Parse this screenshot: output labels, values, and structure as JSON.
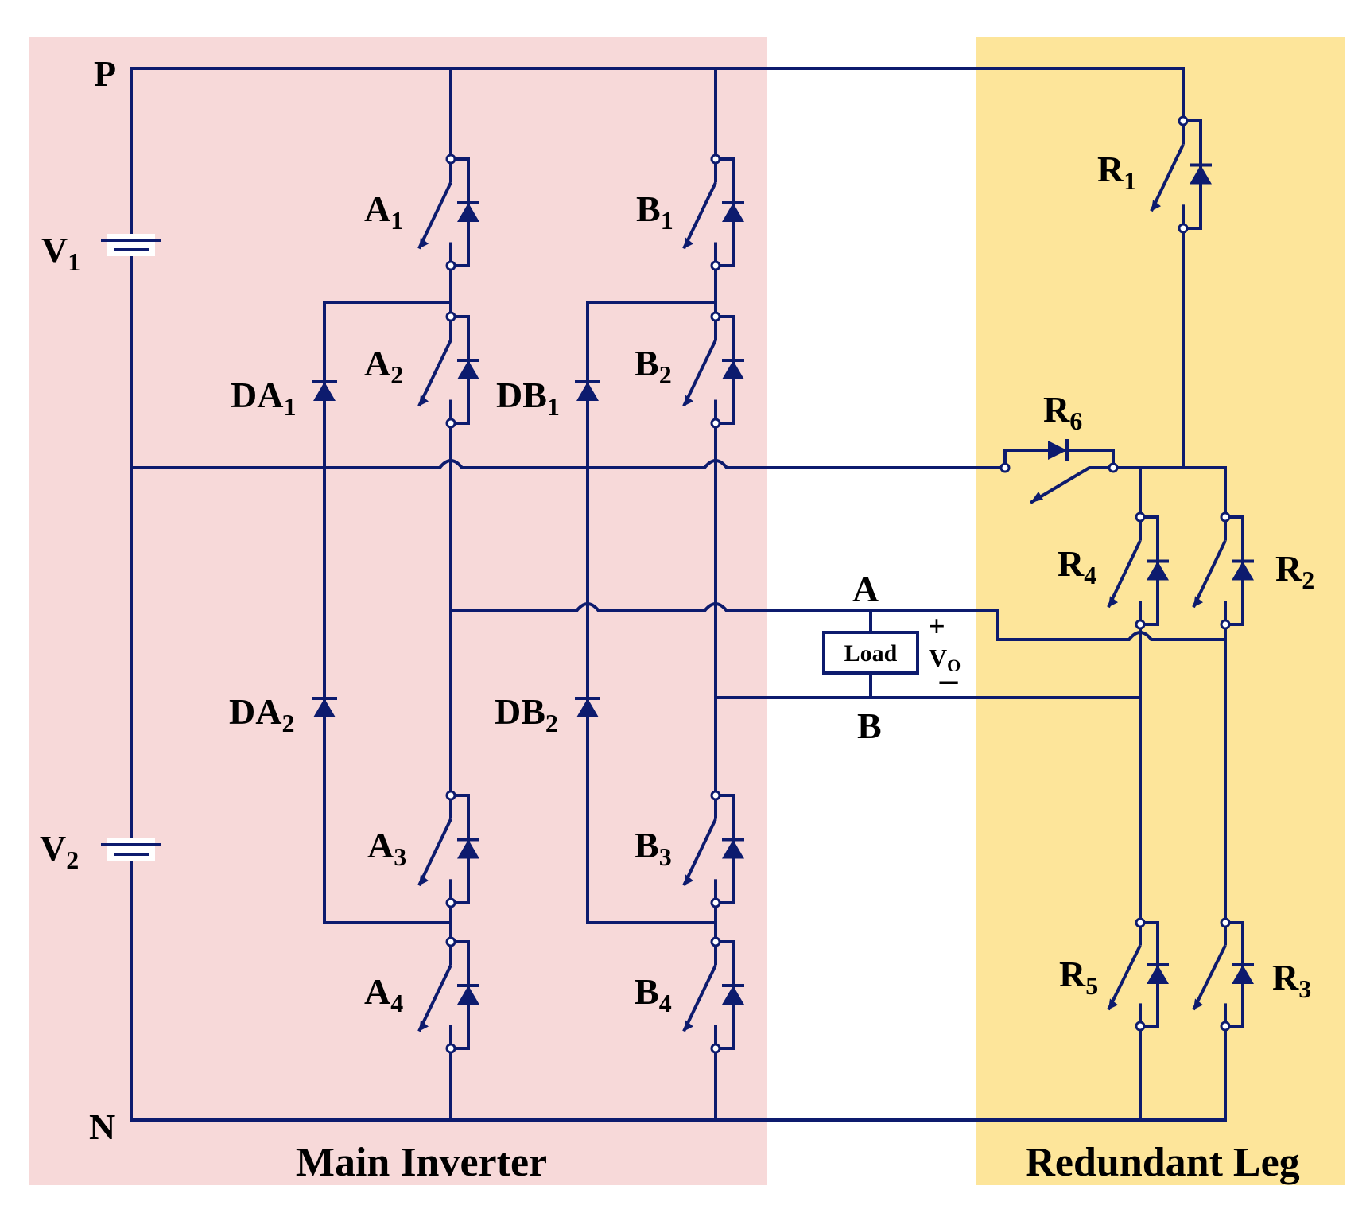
{
  "colors": {
    "wire": "#0d1b6e",
    "main_region": "#f7d9d9",
    "redundant_region": "#fde59a",
    "text": "#000000"
  },
  "regions": {
    "main": "Main Inverter",
    "redundant": "Redundant Leg"
  },
  "nodes": {
    "P": "P",
    "N": "N",
    "A": "A",
    "B": "B"
  },
  "sources": [
    {
      "letter": "V",
      "sub": "1"
    },
    {
      "letter": "V",
      "sub": "2"
    }
  ],
  "switches": {
    "A1": {
      "letter": "A",
      "sub": "1"
    },
    "A2": {
      "letter": "A",
      "sub": "2"
    },
    "A3": {
      "letter": "A",
      "sub": "3"
    },
    "A4": {
      "letter": "A",
      "sub": "4"
    },
    "B1": {
      "letter": "B",
      "sub": "1"
    },
    "B2": {
      "letter": "B",
      "sub": "2"
    },
    "B3": {
      "letter": "B",
      "sub": "3"
    },
    "B4": {
      "letter": "B",
      "sub": "4"
    },
    "R1": {
      "letter": "R",
      "sub": "1"
    },
    "R2": {
      "letter": "R",
      "sub": "2"
    },
    "R3": {
      "letter": "R",
      "sub": "3"
    },
    "R4": {
      "letter": "R",
      "sub": "4"
    },
    "R5": {
      "letter": "R",
      "sub": "5"
    },
    "R6": {
      "letter": "R",
      "sub": "6"
    }
  },
  "diodes": {
    "DA1": {
      "letter": "DA",
      "sub": "1"
    },
    "DA2": {
      "letter": "DA",
      "sub": "2"
    },
    "DB1": {
      "letter": "DB",
      "sub": "1"
    },
    "DB2": {
      "letter": "DB",
      "sub": "2"
    }
  },
  "load": {
    "label": "Load",
    "plus": "+",
    "minus": "−",
    "vo_letter": "V",
    "vo_sub": "O"
  }
}
